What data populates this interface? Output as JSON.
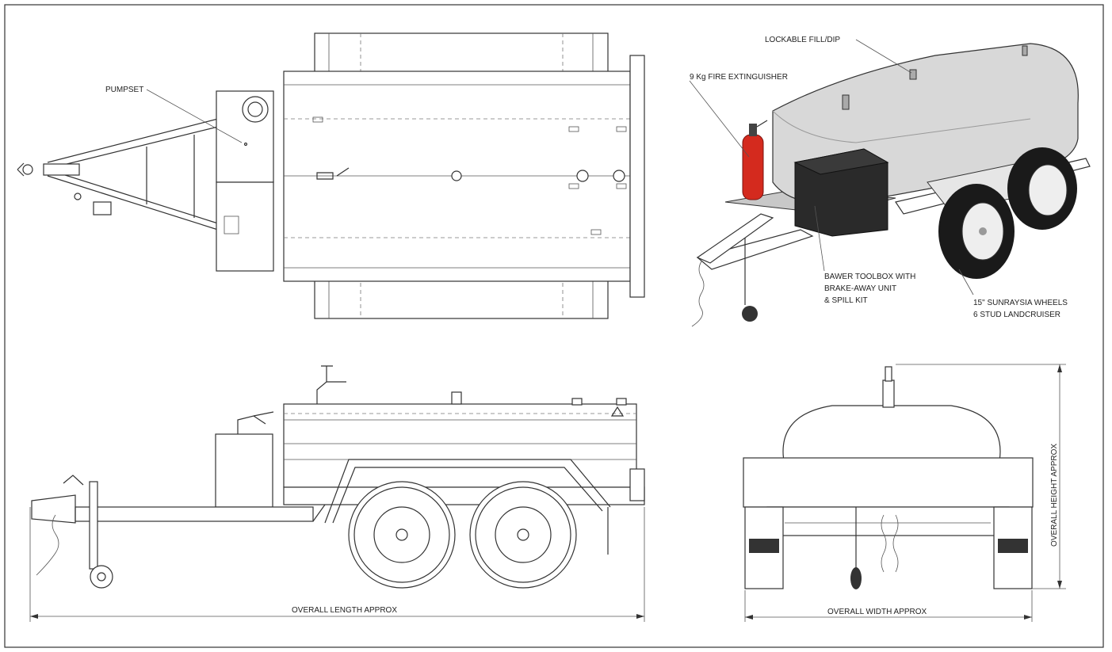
{
  "labels": {
    "pumpset": "PUMPSET",
    "fire_extinguisher": "9 Kg FIRE EXTINGUISHER",
    "lockable_fill": "LOCKABLE FILL/DIP",
    "toolbox_line1": "BAWER TOOLBOX WITH",
    "toolbox_line2": "BRAKE-AWAY UNIT",
    "toolbox_line3": "& SPILL KIT",
    "wheels_line1": "15\" SUNRAYSIA WHEELS",
    "wheels_line2": "6 STUD LANDCRUISER"
  },
  "dimensions": {
    "overall_length": "OVERALL LENGTH APPROX",
    "overall_width": "OVERALL WIDTH APPROX",
    "overall_height": "OVERALL HEIGHT APPROX"
  },
  "colors": {
    "line": "#333333",
    "extinguisher": "#d42a1e",
    "toolbox": "#2a2a2a",
    "tank": "#d8d8d8",
    "tyre": "#1a1a1a"
  }
}
